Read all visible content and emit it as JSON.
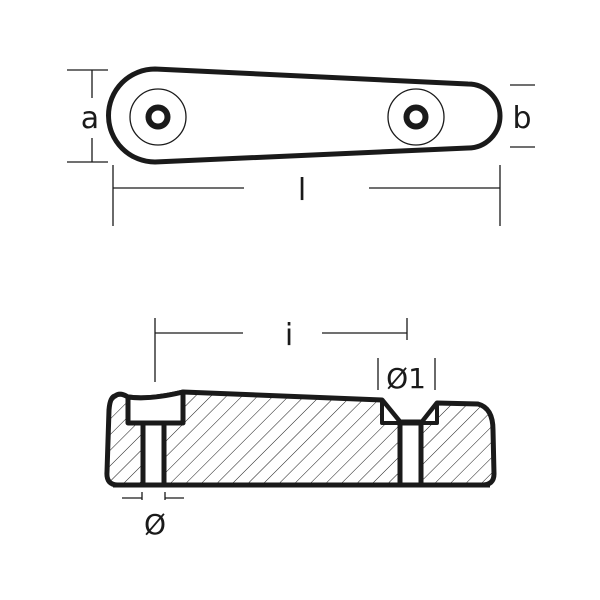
{
  "labels": {
    "a": "a",
    "b": "b",
    "l": "l",
    "i": "i",
    "d1": "Ø1",
    "d": "Ø"
  },
  "colors": {
    "stroke": "#1a1a1a",
    "background": "#ffffff"
  }
}
